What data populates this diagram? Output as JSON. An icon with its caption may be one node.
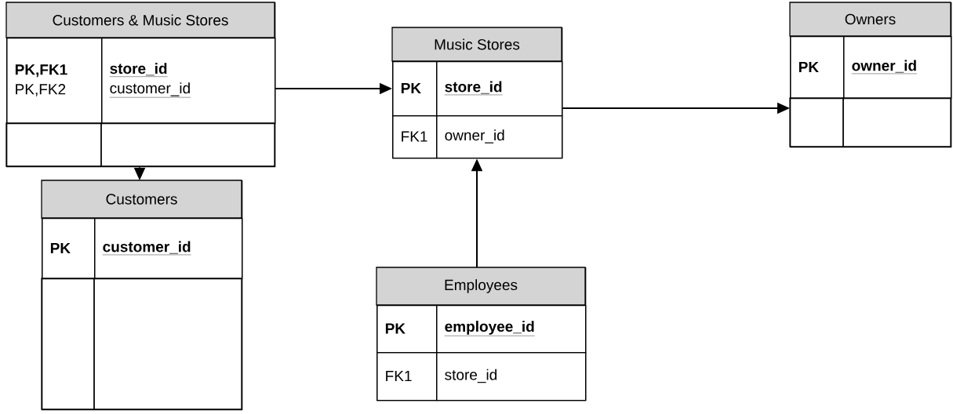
{
  "diagram": {
    "nodes": [
      {
        "text": [
          "Customers & Music Stores"
        ]
      },
      {
        "text": [
          "PK,FK1",
          "PK,FK2"
        ],
        "in": 0
      },
      {
        "text": [
          "store_id",
          "customer_id"
        ],
        "in": 0
      },
      {
        "text": [
          "Music Stores"
        ]
      },
      {
        "text": [
          "PK"
        ],
        "in": 3
      },
      {
        "text": [
          "store_id"
        ],
        "in": 3
      },
      {
        "text": [
          "FK1"
        ],
        "in": 3
      },
      {
        "text": [
          "owner_id"
        ],
        "in": 3
      },
      {
        "text": [
          "Owners"
        ]
      },
      {
        "text": [
          "PK"
        ],
        "in": 8
      },
      {
        "text": [
          "owner_id"
        ],
        "in": 8
      },
      {
        "text": [
          "Customers"
        ]
      },
      {
        "text": [
          "PK"
        ],
        "in": 11
      },
      {
        "text": [
          "customer_id"
        ],
        "in": 11
      },
      {
        "text": [
          "Employees"
        ]
      },
      {
        "text": [
          "PK"
        ],
        "in": 14
      },
      {
        "text": [
          "employee_id"
        ],
        "in": 14
      },
      {
        "text": [
          "FK1"
        ],
        "in": 14
      },
      {
        "text": [
          "store_id"
        ],
        "in": 14
      }
    ],
    "edges": [
      {
        "from": 0,
        "to": 3,
        "arrow": "to"
      },
      {
        "from": 3,
        "to": 8,
        "arrow": "to"
      },
      {
        "from": 0,
        "to": 11,
        "arrow": "to"
      },
      {
        "from": 14,
        "to": 3,
        "arrow": "to"
      }
    ]
  }
}
